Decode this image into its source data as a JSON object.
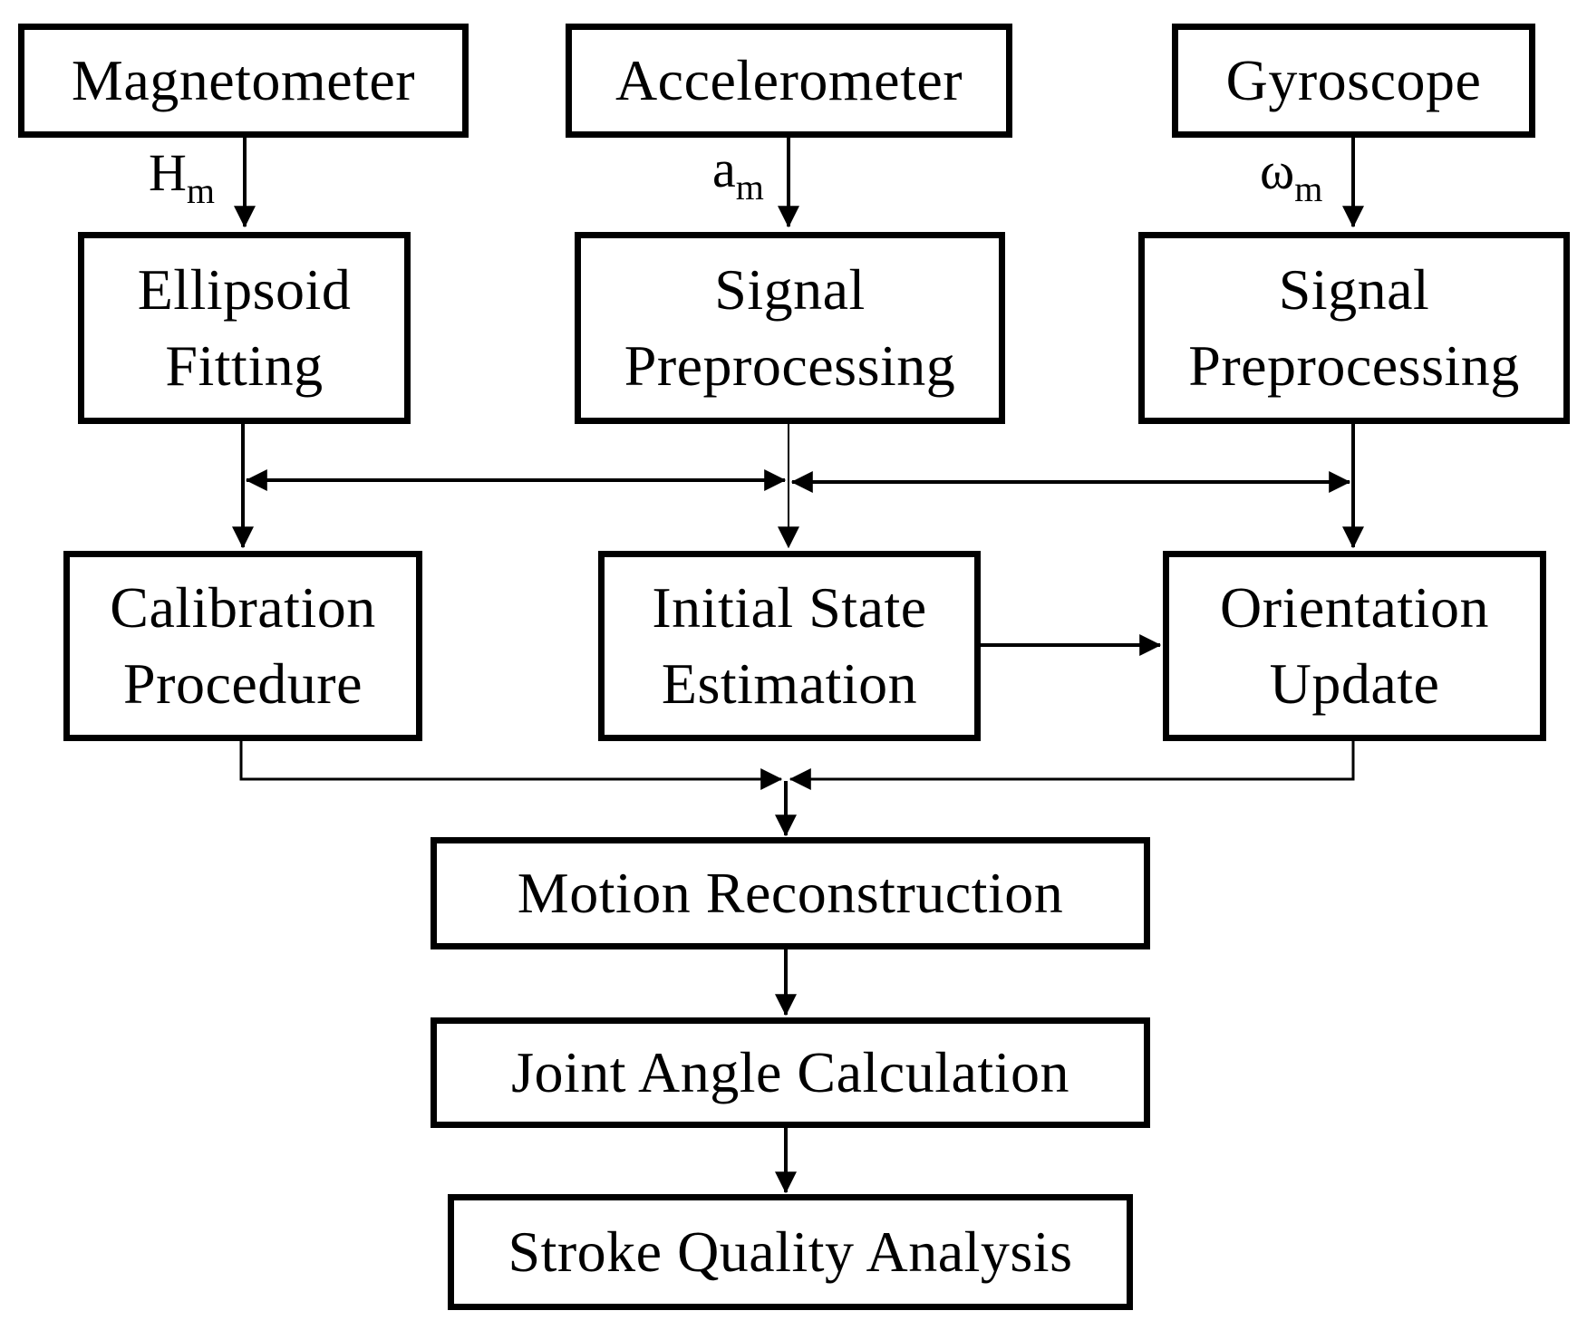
{
  "diagram": {
    "nodes": {
      "magnetometer": "Magnetometer",
      "accelerometer": "Accelerometer",
      "gyroscope": "Gyroscope",
      "ellipsoid_fitting": [
        "Ellipsoid",
        "Fitting"
      ],
      "signal_preprocessing_accel": [
        "Signal",
        "Preprocessing"
      ],
      "signal_preprocessing_gyro": [
        "Signal",
        "Preprocessing"
      ],
      "calibration_procedure": [
        "Calibration",
        "Procedure"
      ],
      "initial_state_estimation": [
        "Initial State",
        "Estimation"
      ],
      "orientation_update": [
        "Orientation",
        "Update"
      ],
      "motion_reconstruction": "Motion Reconstruction",
      "joint_angle_calculation": "Joint Angle Calculation",
      "stroke_quality_analysis": "Stroke Quality Analysis"
    },
    "edge_labels": {
      "magnetometer": {
        "base": "H",
        "sub": "m"
      },
      "accelerometer": {
        "base": "a",
        "sub": "m"
      },
      "gyroscope": {
        "base": "ω",
        "sub": "m"
      }
    },
    "edges": [
      {
        "from": "magnetometer",
        "to": "ellipsoid_fitting",
        "label": "H_m"
      },
      {
        "from": "accelerometer",
        "to": "signal_preprocessing_accel",
        "label": "a_m"
      },
      {
        "from": "gyroscope",
        "to": "signal_preprocessing_gyro",
        "label": "ω_m"
      },
      {
        "from": "ellipsoid_fitting",
        "to": "calibration_procedure"
      },
      {
        "from": "signal_preprocessing_accel",
        "to": "initial_state_estimation"
      },
      {
        "from": "signal_preprocessing_gyro",
        "to": "orientation_update"
      },
      {
        "from": "ellipsoid_fitting",
        "to": "initial_state_estimation"
      },
      {
        "from": "signal_preprocessing_accel",
        "to": "calibration_procedure"
      },
      {
        "from": "signal_preprocessing_accel",
        "to": "orientation_update"
      },
      {
        "from": "signal_preprocessing_gyro",
        "to": "initial_state_estimation"
      },
      {
        "from": "initial_state_estimation",
        "to": "orientation_update"
      },
      {
        "from": "calibration_procedure",
        "to": "motion_reconstruction"
      },
      {
        "from": "orientation_update",
        "to": "motion_reconstruction"
      },
      {
        "from": "motion_reconstruction",
        "to": "joint_angle_calculation"
      },
      {
        "from": "joint_angle_calculation",
        "to": "stroke_quality_analysis"
      }
    ]
  }
}
